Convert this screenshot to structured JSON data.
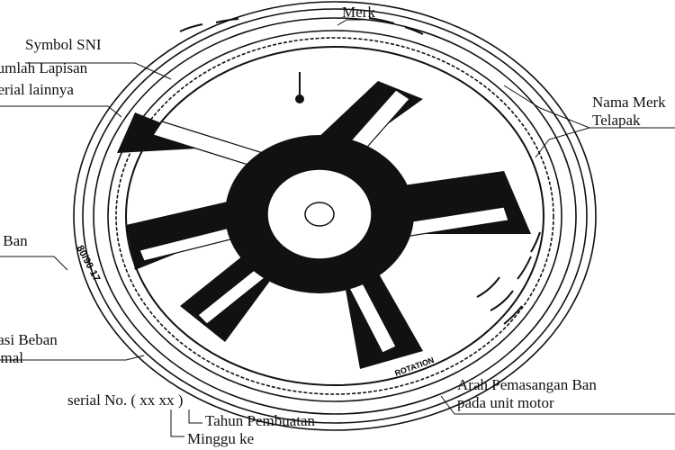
{
  "labels": {
    "merk": "Merk",
    "sni": "Symbol SNI",
    "lapisan": "Jumlah Lapisan",
    "serial_lain": "Serial lainnya",
    "nama_1": "Nama Merk",
    "nama_2": "Telapak",
    "ukuran": "Ukuran Ban",
    "beban_1": "Informasi Beban",
    "beban_2": "Maksimal",
    "serial_no": "serial No. ( xx xx )",
    "tahun": "Tahun Pembuatan",
    "minggu": "Minggu ke",
    "arah_1": "Arah Pemasangan Ban",
    "arah_2": "pada unit motor"
  },
  "sidewall": {
    "rotation": "ROTATION",
    "size": "80/90-17"
  }
}
